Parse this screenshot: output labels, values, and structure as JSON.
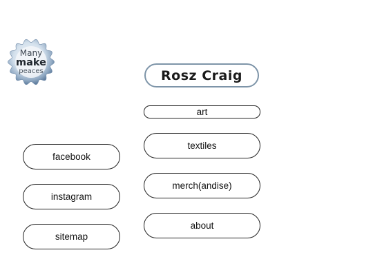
{
  "logo": {
    "line1": "Many",
    "line2": "make",
    "line3": "peaces",
    "colors": {
      "edge": "#5f7d9e",
      "fill": "#c8d8e8",
      "highlight": "#eef3f8"
    }
  },
  "header": {
    "title": "Rosz Craig",
    "border_color": "#7d94a8"
  },
  "main_nav": {
    "items": [
      {
        "label": "art"
      },
      {
        "label": "textiles"
      },
      {
        "label": "merch(andise)"
      },
      {
        "label": "about"
      }
    ]
  },
  "social_nav": {
    "items": [
      {
        "label": "facebook"
      },
      {
        "label": "instagram"
      },
      {
        "label": "sitemap"
      }
    ]
  }
}
